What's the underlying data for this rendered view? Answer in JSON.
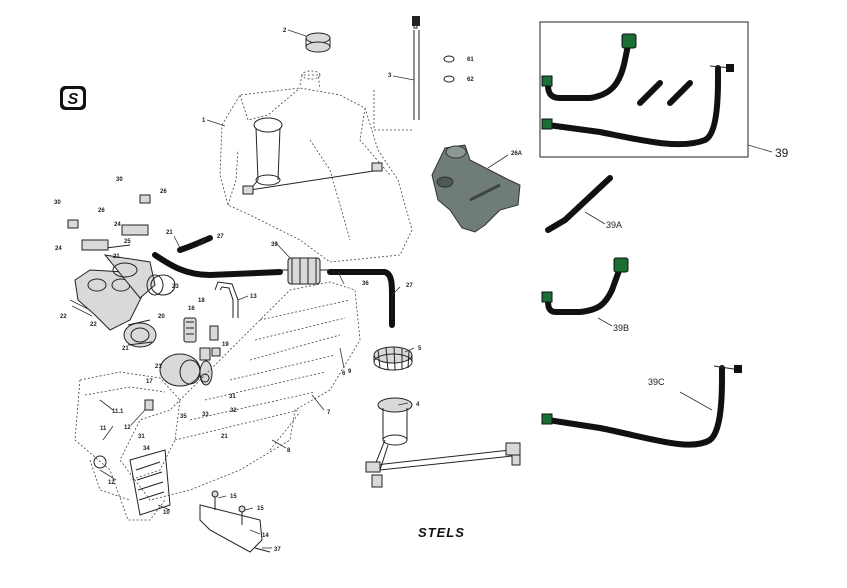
{
  "brand": {
    "logo_letter": "S",
    "wordmark": "STELS"
  },
  "callouts": {
    "c1": "1",
    "c2": "2",
    "c3": "3",
    "c4": "4",
    "c5": "5",
    "c6": "6",
    "c7": "7",
    "c8": "8",
    "c9": "9",
    "c10": "10",
    "c11": "11",
    "c11_1": "11.1",
    "c12a": "12",
    "c12b": "12",
    "c13": "13",
    "c14": "14",
    "c15a": "15",
    "c15b": "15",
    "c16": "16",
    "c17": "17",
    "c18": "18",
    "c19": "19",
    "c20": "20",
    "c21a": "21",
    "c21b": "21",
    "c21c": "21",
    "c21d": "21",
    "c21e": "21",
    "c22a": "22",
    "c22b": "22",
    "c23": "23",
    "c24a": "24",
    "c24b": "24",
    "c25": "25",
    "c26a": "26",
    "c26b": "26",
    "c27a": "27",
    "c27b": "27",
    "c30a": "30",
    "c30b": "30",
    "c31a": "31",
    "c31b": "31",
    "c32": "32",
    "c33": "33",
    "c34": "34",
    "c35": "35",
    "c36": "36",
    "c37": "37",
    "c39_small": "39",
    "c61": "61",
    "c62": "62",
    "c26A": "26A",
    "c39": "39",
    "c39A": "39A",
    "c39B": "39B",
    "c39C": "39C"
  }
}
